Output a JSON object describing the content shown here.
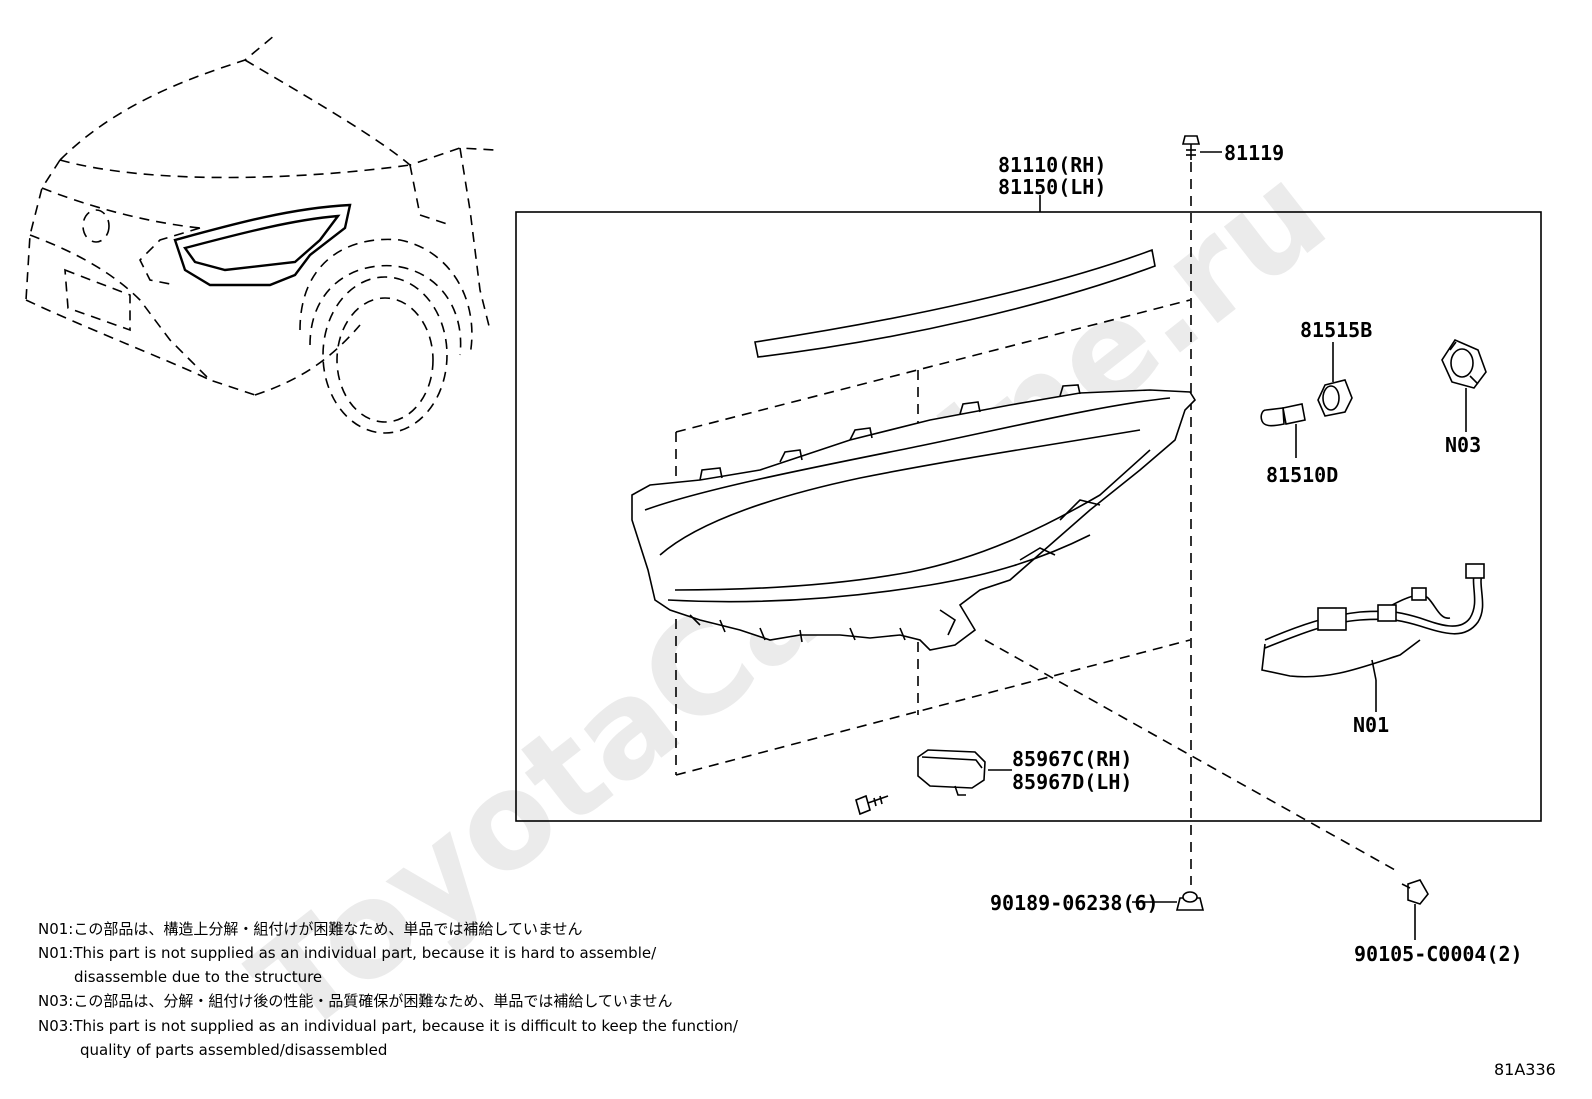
{
  "watermark": "ToyotaCarMine.ru",
  "part_numbers": {
    "headlamp_rh": "81110(RH)",
    "headlamp_lh": "81150(LH)",
    "screw_top": "81119",
    "socket": "81515B",
    "bulb": "81510D",
    "n03": "N03",
    "n01": "N01",
    "module_rh": "85967C(RH)",
    "module_lh": "85967D(LH)",
    "bolt_bottom": "90189-06238(6)",
    "clip": "90105-C0004(2)"
  },
  "notes": [
    "N01:この部品は、構造上分解・組付けが困難なため、単品では補給していません",
    "N01:This part is not supplied as an individual part, because it is hard to assemble/",
    "disassemble due to the structure",
    "N03:この部品は、分解・組付け後の性能・品質確保が困難なため、単品では補給していません",
    "N03:This part is not supplied as an individual part, because it is difficult to keep the function/",
    "quality of parts assembled/disassembled"
  ],
  "figure_ref": "81A336"
}
